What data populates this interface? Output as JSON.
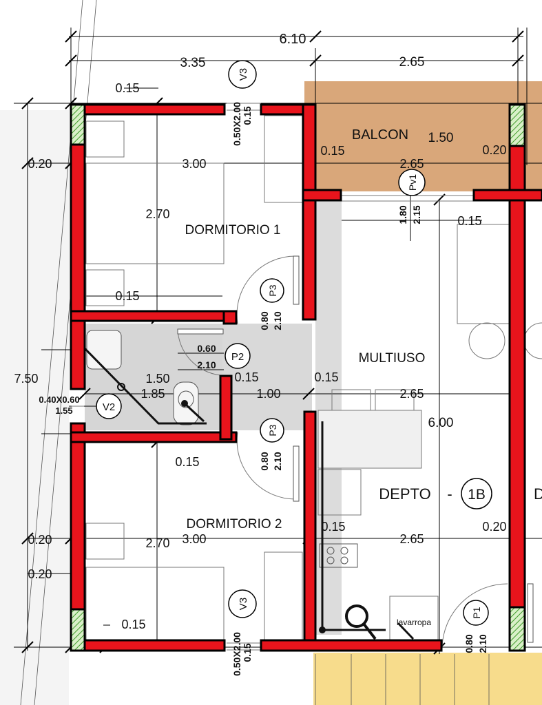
{
  "rooms": {
    "dormitorio_1": "DORMITORIO 1",
    "dormitorio_2": "DORMITORIO 2",
    "multiuso": "MULTIUSO",
    "balcon": "BALCON",
    "depto_prefix": "DEPTO",
    "depto_dash": "-",
    "depto_number": "1B",
    "depto_next_letter": "D",
    "lavarropa": "lavarropa"
  },
  "tags": {
    "v3": "V3",
    "v2": "V2",
    "p3": "P3",
    "p2": "P2",
    "p1": "P1",
    "pv1": "Pv1"
  },
  "dimensions": {
    "total_width": "6.10",
    "left_width": "3.35",
    "right_width": "2.65",
    "total_height": "7.50",
    "t_015": "0.15",
    "t_020": "0.20",
    "d_300": "3.00",
    "d_270": "2.70",
    "d_265": "2.65",
    "d_150": "1.50",
    "d_185": "1.85",
    "d_100": "1.00",
    "d_600": "6.00",
    "d_180": "1.80",
    "d_215": "2.15",
    "d_080": "0.80",
    "d_210": "2.10",
    "d_060": "0.60",
    "w_050x200": "0.50X2.00",
    "w_040x060": "0.40X0.60",
    "d_155": "1.55"
  },
  "colors": {
    "wall": "#e8141c",
    "balcony": "#d9a77a",
    "bathroom_floor": "#d6d6d6",
    "exterior": "#f7dc8c",
    "hatch": "#6cbf4a"
  }
}
